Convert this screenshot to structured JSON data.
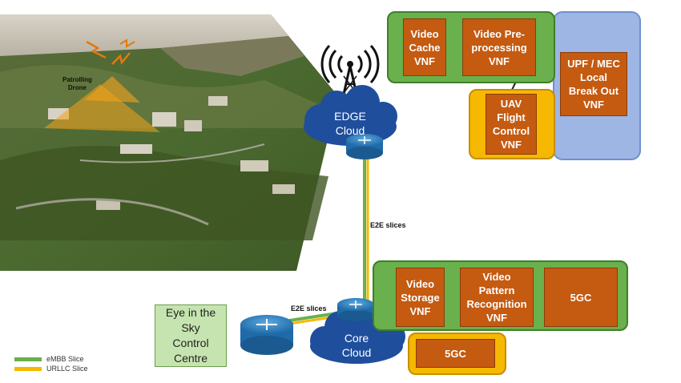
{
  "photo": {
    "drone_label": "Patrolling\nDrone"
  },
  "edge_cloud": {
    "label": "EDGE\nCloud"
  },
  "core_cloud": {
    "label": "Core\nCloud"
  },
  "links": {
    "vertical": "E2E slices",
    "horizontal": "E2E slices"
  },
  "control_centre": {
    "label": "Eye in the\nSky\nControl\nCentre"
  },
  "edge_vnfs": {
    "video_cache": "Video\nCache\nVNF",
    "video_preprocessing": "Video Pre-\nprocessing\nVNF",
    "uav_flight_control": "UAV\nFlight\nControl\nVNF",
    "upf_mec": "UPF / MEC\nLocal\nBreak Out\nVNF"
  },
  "core_vnfs": {
    "video_storage": "Video\nStorage\nVNF",
    "video_pattern": "Video\nPattern\nRecognition\nVNF",
    "fivegc_embb": "5GC",
    "fivegc_urllc": "5GC"
  },
  "legend": {
    "embb": "eMBB Slice",
    "urllc": "URLLC Slice"
  },
  "colors": {
    "embb": "#6ab04c",
    "urllc": "#f6b800",
    "vnf": "#c55a11",
    "cloud": "#1f4e9c",
    "router": "#2a7fc1"
  }
}
